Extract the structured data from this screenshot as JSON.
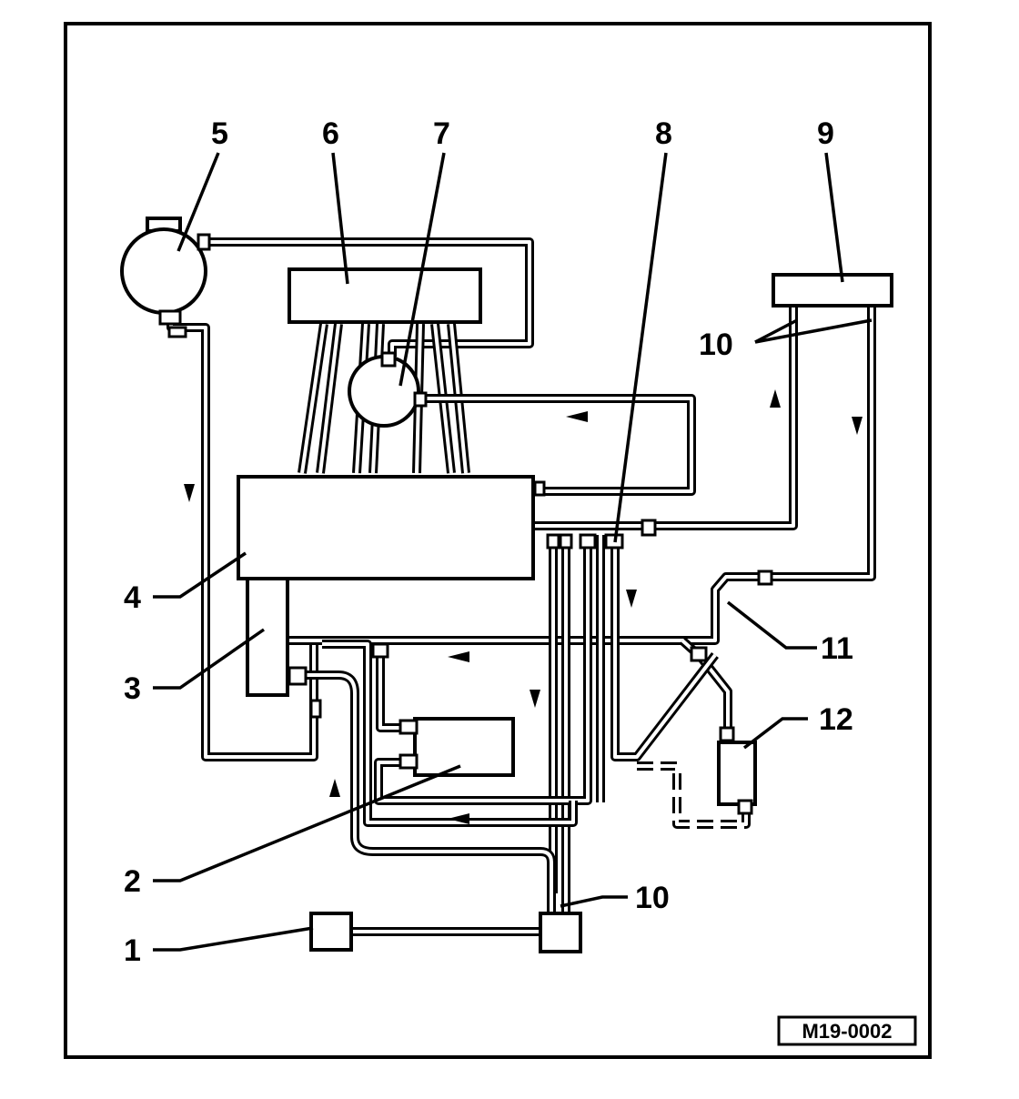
{
  "figure": {
    "reference_code": "M19-0002",
    "callouts": {
      "c1": "1",
      "c2": "2",
      "c3": "3",
      "c4": "4",
      "c5": "5",
      "c6": "6",
      "c7": "7",
      "c8": "8",
      "c9": "9",
      "c10a": "10",
      "c10b": "10",
      "c11": "11",
      "c12": "12"
    }
  },
  "colors": {
    "line": "#000000",
    "background": "#ffffff"
  }
}
